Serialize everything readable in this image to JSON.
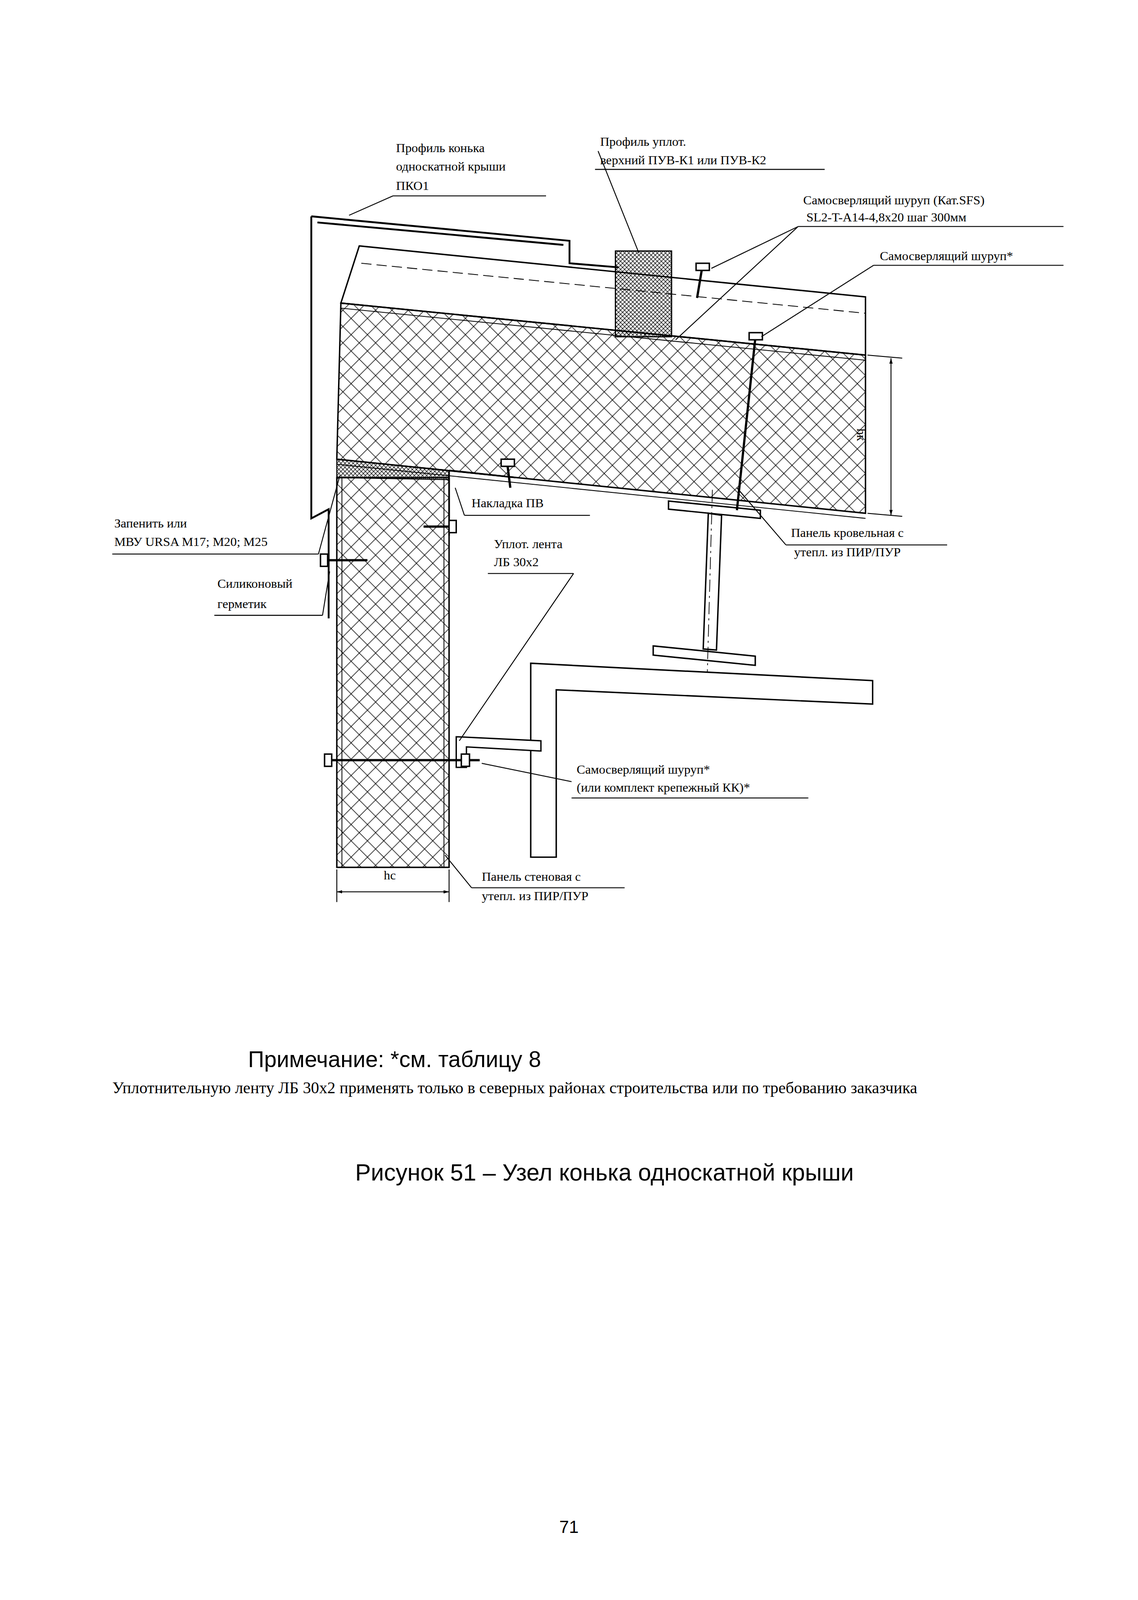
{
  "diagram": {
    "caption": "Рисунок 51 – Узел конька односкатной крыши",
    "labels": [
      "Профиль конька",
      "односкатной крыши",
      "ПКО1",
      "Профиль уплот.",
      "верхний ПУВ-К1 или ПУВ-К2",
      "Самосверлящий шуруп (Кат.SFS)",
      "SL2-T-A14-4,8х20 шаг 300мм",
      "Самосверлящий шуруп*",
      "hк",
      "Накладка ПВ",
      "Панель кровельная с",
      "утепл. из ПИР/ПУР",
      "Запенить или",
      "МВУ URSA M17; M20; M25",
      "Уплот. лента",
      "ЛБ 30х2",
      "Силиконовый",
      "герметик",
      "Самосверлящий шуруп*",
      "(или комплект крепежный КК)*",
      "hс",
      "Панель стеновая с",
      "утепл. из ПИР/ПУР",
      "Примечание: *см. таблицу 8",
      "Уплотнительную ленту ЛБ 30х2 применять только в северных районах строительства или по требованию заказчика",
      "71"
    ]
  }
}
